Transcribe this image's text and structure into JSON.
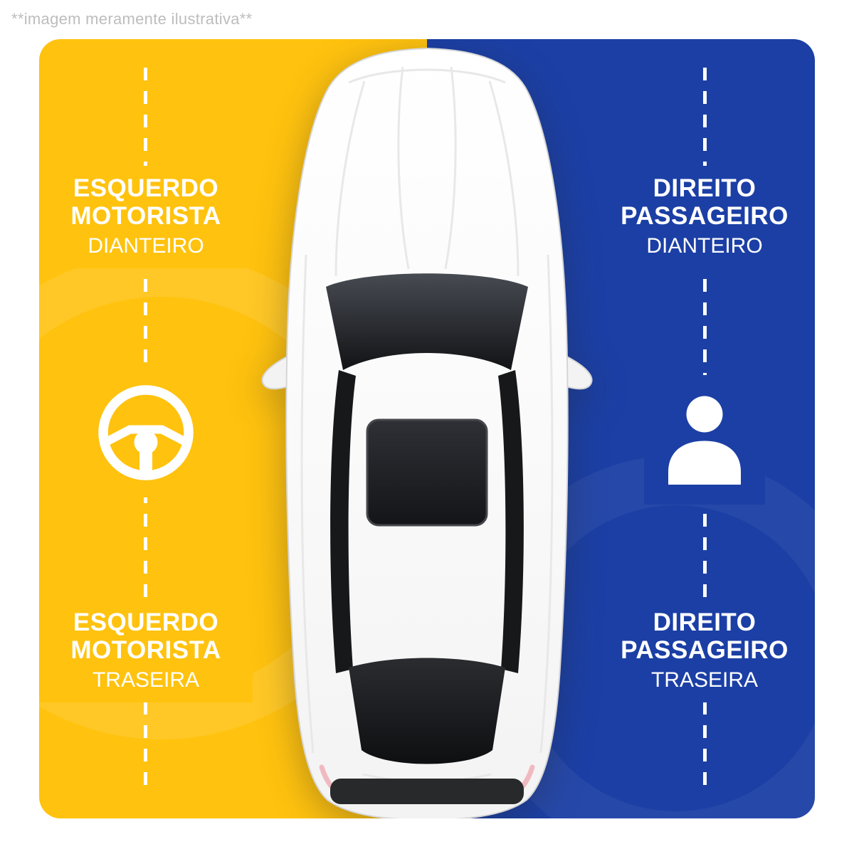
{
  "watermark": "**imagem meramente ilustrativa**",
  "colors": {
    "left_panel": "#FFC20E",
    "right_panel": "#1B3FA5",
    "label_text": "#FFFFFF",
    "watermark_text": "#BDBDBD",
    "dashed_line": "#FFFFFF"
  },
  "left_panel": {
    "icon": "steering-wheel-icon",
    "front_label": {
      "line1": "ESQUERDO",
      "line2": "MOTORISTA",
      "line3": "DIANTEIRO"
    },
    "rear_label": {
      "line1": "ESQUERDO",
      "line2": "MOTORISTA",
      "line3": "TRASEIRA"
    }
  },
  "right_panel": {
    "icon": "person-icon",
    "front_label": {
      "line1": "DIREITO",
      "line2": "PASSAGEIRO",
      "line3": "DIANTEIRO"
    },
    "rear_label": {
      "line1": "DIREITO",
      "line2": "PASSAGEIRO",
      "line3": "TRASEIRA"
    }
  }
}
